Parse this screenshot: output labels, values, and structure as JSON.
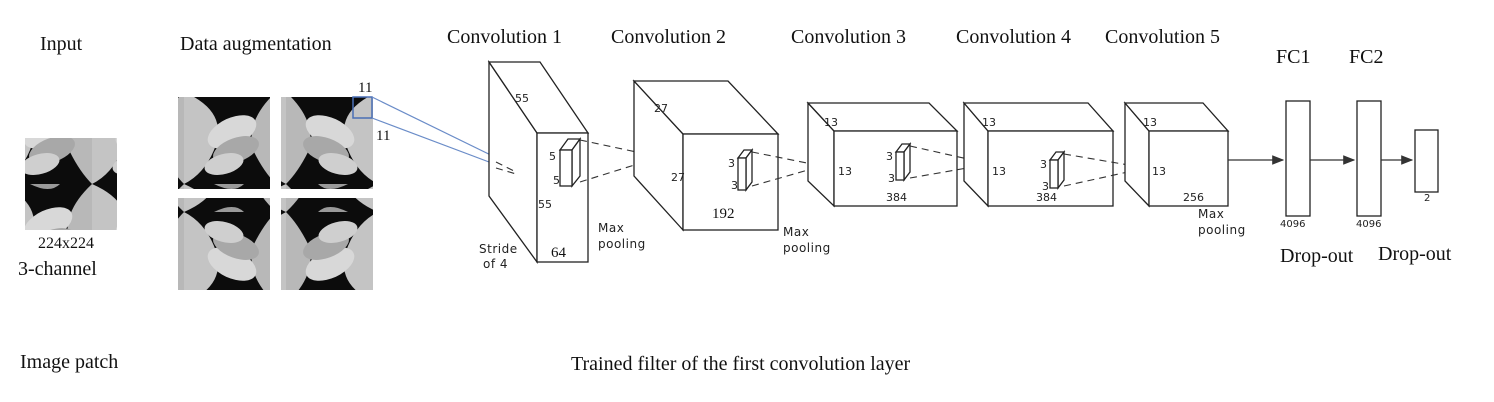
{
  "labels": {
    "input": "Input",
    "input_size": "224x224",
    "input_channels": "3-channel",
    "image_patch": "Image patch",
    "data_augmentation": "Data augmentation",
    "kernel_w": "11",
    "kernel_h": "11",
    "trained_filter": "Trained filter of the first convolution layer"
  },
  "conv_layers": [
    {
      "title": "Convolution 1",
      "dim_h": "55",
      "dim_w": "55",
      "depth": "64",
      "kernel_a": "5",
      "kernel_b": "5",
      "note_line1": "Stride",
      "note_line2": "of 4"
    },
    {
      "title": "Convolution 2",
      "dim_h": "27",
      "dim_w": "27",
      "depth": "192",
      "kernel_a": "3",
      "kernel_b": "3"
    },
    {
      "title": "Convolution 3",
      "dim_h": "13",
      "dim_w": "13",
      "depth": "384",
      "kernel_a": "3",
      "kernel_b": "3"
    },
    {
      "title": "Convolution 4",
      "dim_h": "13",
      "dim_w": "13",
      "depth": "384",
      "kernel_a": "3",
      "kernel_b": "3"
    },
    {
      "title": "Convolution 5",
      "dim_h": "13",
      "dim_w": "13",
      "depth": "256"
    }
  ],
  "pooling": [
    {
      "line1": "Max",
      "line2": "pooling"
    },
    {
      "line1": "Max",
      "line2": "pooling"
    },
    {
      "line1": "Max",
      "line2": "pooling"
    }
  ],
  "fc_layers": [
    {
      "title": "FC1",
      "units": "4096",
      "dropout": "Drop-out"
    },
    {
      "title": "FC2",
      "units": "4096",
      "dropout": "Drop-out"
    },
    {
      "units": "2"
    }
  ]
}
